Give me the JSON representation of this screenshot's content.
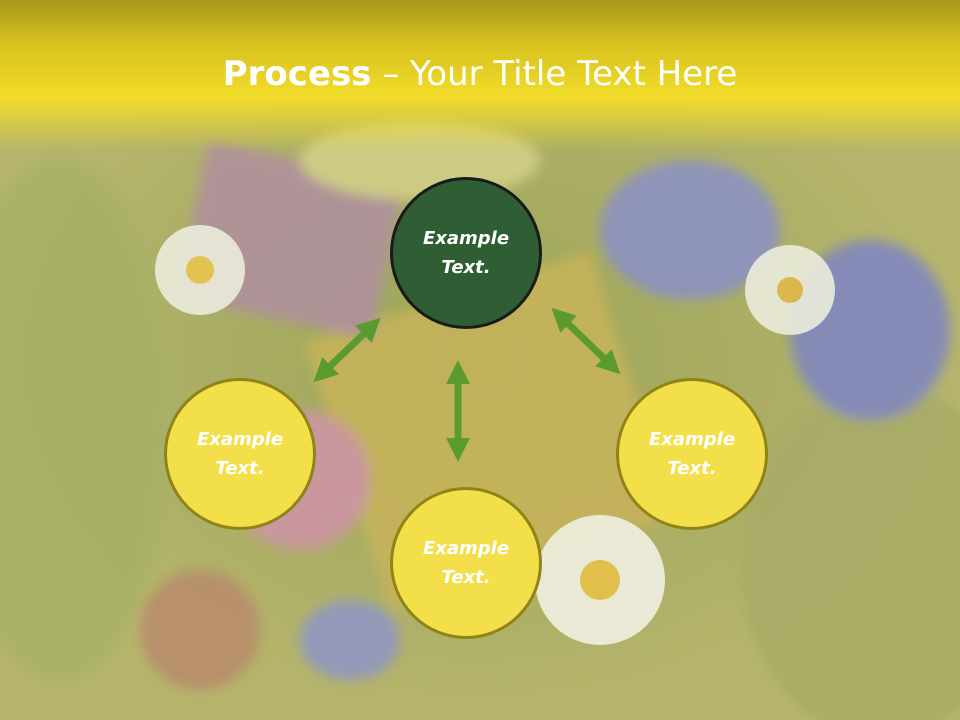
{
  "slide": {
    "title_bold": "Process",
    "title_rest": " – Your Title Text Here"
  },
  "nodes": {
    "top": "Example Text.",
    "left": "Example Text.",
    "right": "Example Text.",
    "bottom": "Example Text."
  },
  "colors": {
    "title_band": "#f2dc2a",
    "node_yellow": "#f3df4a",
    "node_green": "#2f5e34",
    "arrow": "#5b9a2f"
  }
}
